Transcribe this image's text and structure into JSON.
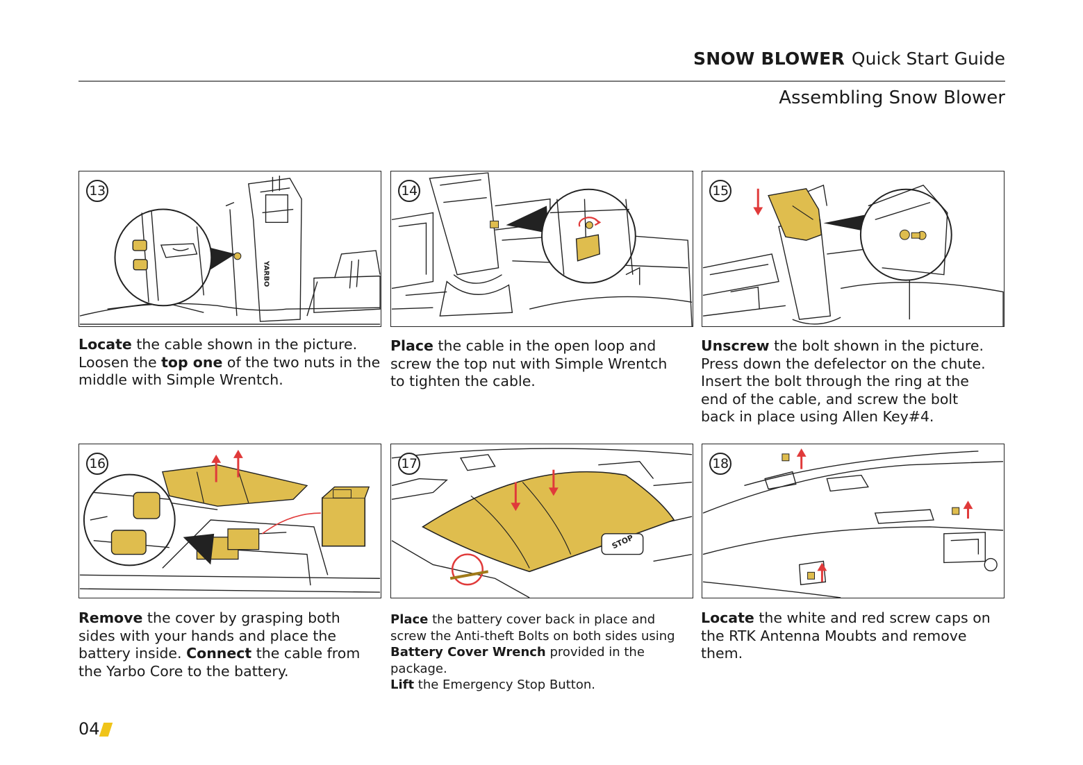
{
  "header": {
    "brand": "SNOW BLOWER",
    "guide": "Quick Start Guide",
    "section": "Assembling Snow Blower"
  },
  "colors": {
    "accent": "#f0c419",
    "part_fill": "#dfbd4e",
    "arrow": "#e03a3a"
  },
  "steps": [
    {
      "number": "13",
      "lines": [
        [
          {
            "t": "Locate",
            "b": true
          },
          {
            "t": " the cable shown in the picture."
          }
        ],
        [
          {
            "t": "Loosen the "
          },
          {
            "t": "top one",
            "b": true
          },
          {
            "t": " of the two nuts in the"
          }
        ],
        [
          {
            "t": "middle with Simple Wrentch."
          }
        ]
      ]
    },
    {
      "number": "14",
      "lines": [
        [
          {
            "t": "Place",
            "b": true
          },
          {
            "t": " the cable in the open loop and"
          }
        ],
        [
          {
            "t": "screw the top nut with Simple Wrentch"
          }
        ],
        [
          {
            "t": "to tighten the cable."
          }
        ]
      ]
    },
    {
      "number": "15",
      "lines": [
        [
          {
            "t": "Unscrew",
            "b": true
          },
          {
            "t": " the bolt shown in the picture."
          }
        ],
        [
          {
            "t": "Press down the defelector on the chute."
          }
        ],
        [
          {
            "t": "Insert the bolt through the ring at the"
          }
        ],
        [
          {
            "t": "end of the cable, and screw the bolt"
          }
        ],
        [
          {
            "t": "back in place using Allen Key#4."
          }
        ]
      ]
    },
    {
      "number": "16",
      "lines": [
        [
          {
            "t": "Remove",
            "b": true
          },
          {
            "t": " the cover by grasping both"
          }
        ],
        [
          {
            "t": "sides with your hands and place the"
          }
        ],
        [
          {
            "t": "battery inside. "
          },
          {
            "t": "Connect",
            "b": true
          },
          {
            "t": " the cable from"
          }
        ],
        [
          {
            "t": "the Yarbo Core to the battery."
          }
        ]
      ]
    },
    {
      "number": "17",
      "lines": [
        [
          {
            "t": "Place",
            "b": true
          },
          {
            "t": " the battery cover back in place and"
          }
        ],
        [
          {
            "t": "screw the Anti-theft Bolts on both sides using"
          }
        ],
        [
          {
            "t": "Battery Cover Wrench",
            "b": true
          },
          {
            "t": " provided in the"
          }
        ],
        [
          {
            "t": "package."
          }
        ],
        [
          {
            "t": "Lift",
            "b": true
          },
          {
            "t": " the Emergency Stop Button."
          }
        ]
      ]
    },
    {
      "number": "18",
      "lines": [
        [
          {
            "t": "Locate",
            "b": true
          },
          {
            "t": " the white and red screw caps on"
          }
        ],
        [
          {
            "t": "the RTK Antenna Moubts and remove"
          }
        ],
        [
          {
            "t": "them."
          }
        ]
      ]
    }
  ],
  "illustration_labels": {
    "brand_mark": "YARBO",
    "stop_button": "STOP"
  },
  "footer": {
    "page": "04"
  }
}
